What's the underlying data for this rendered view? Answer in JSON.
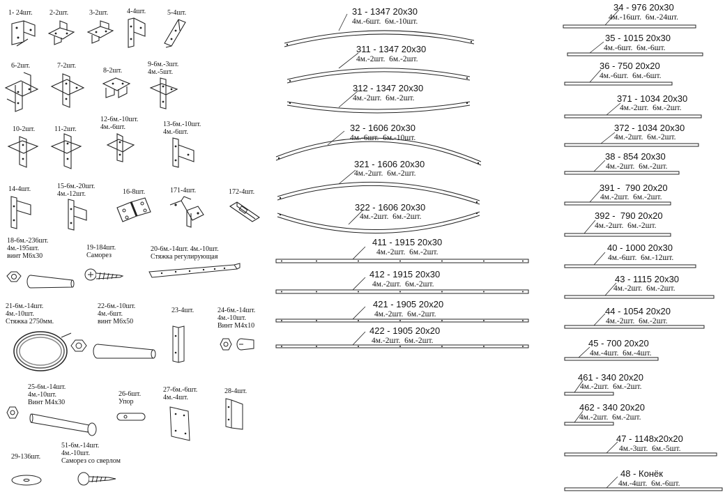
{
  "parts": [
    {
      "id": "p1",
      "label": "1- 24шт."
    },
    {
      "id": "p2",
      "label": "2-2шт."
    },
    {
      "id": "p3",
      "label": "3-2шт."
    },
    {
      "id": "p4",
      "label": "4-4шт."
    },
    {
      "id": "p5",
      "label": "5-4шт."
    },
    {
      "id": "p6",
      "label": "6-2шт."
    },
    {
      "id": "p7",
      "label": "7-2шт."
    },
    {
      "id": "p8",
      "label": "8-2шт."
    },
    {
      "id": "p9",
      "label": "9-6м.-3шт.\n4м.-5шт."
    },
    {
      "id": "p10",
      "label": "10-2шт."
    },
    {
      "id": "p11",
      "label": "11-2шт."
    },
    {
      "id": "p12",
      "label": "12-6м.-10шт.\n4м.-6шт."
    },
    {
      "id": "p13",
      "label": "13-6м.-10шт.\n4м.-6шт."
    },
    {
      "id": "p14",
      "label": "14-4шт."
    },
    {
      "id": "p15",
      "label": "15-6м.-20шт.\n4м.-12шт."
    },
    {
      "id": "p16",
      "label": "16-8шт."
    },
    {
      "id": "p171",
      "label": "171-4шт."
    },
    {
      "id": "p172",
      "label": "172-4шт."
    },
    {
      "id": "p18",
      "label": "18-6м.-236шт.\n4м.-195шт.\nвинт М6х30"
    },
    {
      "id": "p19",
      "label": "19-184шт.\nСаморез"
    },
    {
      "id": "p20",
      "label": "20-6м.-14шт. 4м.-10шт.\nСтяжка регулирующая"
    },
    {
      "id": "p21",
      "label": "21-6м.-14шт.\n4м.-10шт.\nСтяжка 2750мм."
    },
    {
      "id": "p22",
      "label": "22-6м.-10шт.\n4м.-6шт.\nвинт М6х50"
    },
    {
      "id": "p23",
      "label": "23-4шт."
    },
    {
      "id": "p24",
      "label": "24-6м.-14шт.\n4м.-10шт.\nВинт М4х10"
    },
    {
      "id": "p25",
      "label": "25-6м.-14шт.\n4м.-10шт.\nВинт М4х30"
    },
    {
      "id": "p26",
      "label": "26-6шт.\nУпор"
    },
    {
      "id": "p27",
      "label": "27-6м.-6шт.\n4м.-4шт."
    },
    {
      "id": "p28",
      "label": "28-4шт."
    },
    {
      "id": "p29",
      "label": "29-136шт."
    },
    {
      "id": "p51",
      "label": "51-6м.-14шт.\n4м.-10шт.\nСаморез со сверлом"
    }
  ],
  "arcs": [
    {
      "id": "a31",
      "title": "31 - 1347 20x30",
      "qty": "4м.-6шт.  6м.-10шт."
    },
    {
      "id": "a311",
      "title": "311 - 1347 20x30",
      "qty": "4м.-2шт.  6м.-2шт."
    },
    {
      "id": "a312",
      "title": "312 - 1347 20x30",
      "qty": "4м.-2шт.  6м.-2шт."
    },
    {
      "id": "a32",
      "title": "32 - 1606 20x30",
      "qty": "4м.-6шт.  6м.-10шт."
    },
    {
      "id": "a321",
      "title": "321 - 1606 20x30",
      "qty": "4м.-2шт.  6м.-2шт."
    },
    {
      "id": "a322",
      "title": "322 - 1606 20x30",
      "qty": "4м.-2шт.  6м.-2шт."
    }
  ],
  "midbars": [
    {
      "id": "m411",
      "title": "411 - 1915 20x30",
      "qty": "4м.-2шт.  6м.-2шт."
    },
    {
      "id": "m412",
      "title": "412 - 1915 20x30",
      "qty": "4м.-2шт.  6м.-2шт."
    },
    {
      "id": "m421",
      "title": "421 - 1905 20x20",
      "qty": "4м.-2шт.  6м.-2шт."
    },
    {
      "id": "m422",
      "title": "422 - 1905 20x20",
      "qty": "4м.-2шт.  6м.-2шт."
    }
  ],
  "rightbars": [
    {
      "id": "r34",
      "title": "34 - 976 20x30",
      "qty": "4м.-16шт.  6м.-24шт."
    },
    {
      "id": "r35",
      "title": "35 - 1015 20x30",
      "qty": "4м.-6шт.  6м.-6шт."
    },
    {
      "id": "r36",
      "title": "36 - 750 20x20",
      "qty": "4м.-6шт.  6м.-6шт."
    },
    {
      "id": "r371",
      "title": "371 - 1034 20x30",
      "qty": "4м.-2шт.  6м.-2шт."
    },
    {
      "id": "r372",
      "title": "372 - 1034 20x30",
      "qty": "4м.-2шт.  6м.-2шт."
    },
    {
      "id": "r38",
      "title": "38 - 854 20x30",
      "qty": "4м.-2шт.  6м.-2шт."
    },
    {
      "id": "r391",
      "title": "391 -  790 20x20",
      "qty": "4м.-2шт.  6м.-2шт."
    },
    {
      "id": "r392",
      "title": "392 -  790 20x20",
      "qty": "4м.-2шт.  6м.-2шт."
    },
    {
      "id": "r40",
      "title": "40 - 1000 20x30",
      "qty": "4м.-6шт.  6м.-12шт."
    },
    {
      "id": "r43",
      "title": "43 - 1115 20x30",
      "qty": "4м.-2шт.  6м.-2шт."
    },
    {
      "id": "r44",
      "title": "44 - 1054 20x20",
      "qty": "4м.-2шт.  6м.-2шт."
    },
    {
      "id": "r45",
      "title": "45 - 700 20x20",
      "qty": "4м.-4шт.  6м.-4шт."
    },
    {
      "id": "r461",
      "title": "461 - 340 20x20",
      "qty": "4м.-2шт.  6м.-2шт."
    },
    {
      "id": "r462",
      "title": "462 - 340 20x20",
      "qty": "4м.-2шт.  6м.-2шт."
    },
    {
      "id": "r47",
      "title": "47 - 1148x20x20",
      "qty": "4м.-3шт.  6м.-5шт."
    },
    {
      "id": "r48",
      "title": "48 - Конёк",
      "qty": "4м.-4шт.  6м.-6шт."
    }
  ]
}
